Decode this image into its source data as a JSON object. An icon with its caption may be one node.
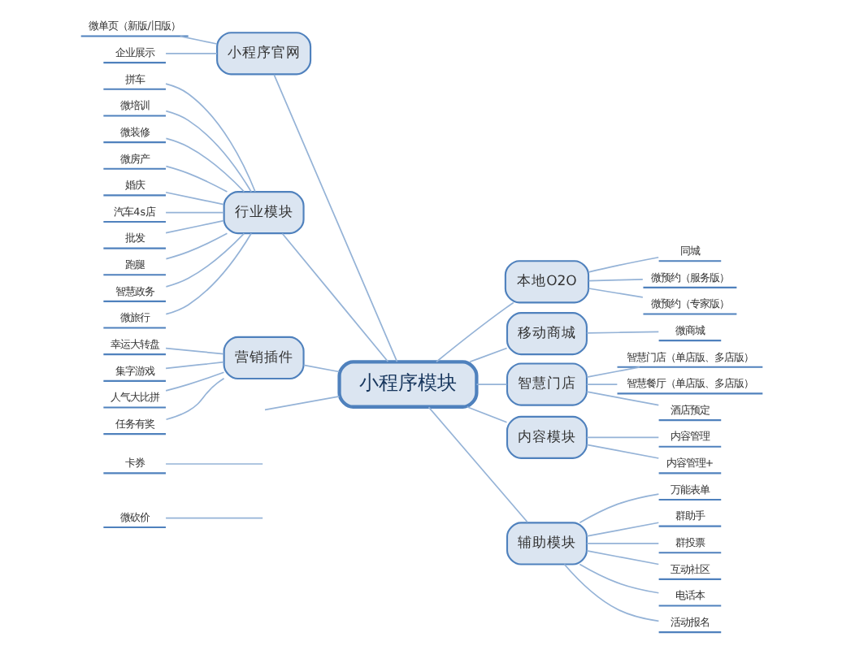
{
  "diagram": {
    "nodes": [
      {
        "text": [
          "小程序模块"
        ]
      },
      {
        "text": [
          "小程序官网"
        ]
      },
      {
        "text": [
          "微单页（新版/旧版）"
        ]
      },
      {
        "text": [
          "企业展示"
        ]
      },
      {
        "text": [
          "行业模块"
        ]
      },
      {
        "text": [
          "拼车"
        ]
      },
      {
        "text": [
          "微培训"
        ]
      },
      {
        "text": [
          "微装修"
        ]
      },
      {
        "text": [
          "微房产"
        ]
      },
      {
        "text": [
          "婚庆"
        ]
      },
      {
        "text": [
          "汽车4s店"
        ]
      },
      {
        "text": [
          "批发"
        ]
      },
      {
        "text": [
          "跑腿"
        ]
      },
      {
        "text": [
          "智慧政务"
        ]
      },
      {
        "text": [
          "微旅行"
        ]
      },
      {
        "text": [
          "营销插件"
        ]
      },
      {
        "text": [
          "幸运大转盘"
        ]
      },
      {
        "text": [
          "集字游戏"
        ]
      },
      {
        "text": [
          "人气大比拼"
        ]
      },
      {
        "text": [
          "任务有奖"
        ]
      },
      {
        "text": [
          "卡券"
        ]
      },
      {
        "text": [
          "微砍价"
        ]
      },
      {
        "text": [
          "本地O2O"
        ]
      },
      {
        "text": [
          "同城"
        ]
      },
      {
        "text": [
          "微预约（服务版）"
        ]
      },
      {
        "text": [
          "微预约（专家版）"
        ]
      },
      {
        "text": [
          "移动商城"
        ]
      },
      {
        "text": [
          "微商城"
        ]
      },
      {
        "text": [
          "智慧门店"
        ]
      },
      {
        "text": [
          "智慧门店（单店版、多店版）"
        ]
      },
      {
        "text": [
          "智慧餐厅（单店版、多店版）"
        ]
      },
      {
        "text": [
          "酒店预定"
        ]
      },
      {
        "text": [
          "内容模块"
        ]
      },
      {
        "text": [
          "内容管理"
        ]
      },
      {
        "text": [
          "内容管理+"
        ]
      },
      {
        "text": [
          "辅助模块"
        ]
      },
      {
        "text": [
          "万能表单"
        ]
      },
      {
        "text": [
          "群助手"
        ]
      },
      {
        "text": [
          "群投票"
        ]
      },
      {
        "text": [
          "互动社区"
        ]
      },
      {
        "text": [
          "电话本"
        ]
      },
      {
        "text": [
          "活动报名"
        ]
      }
    ],
    "edges": [
      {
        "from": 0,
        "to": 1,
        "arrow": "none"
      },
      {
        "from": 1,
        "to": 2,
        "arrow": "none"
      },
      {
        "from": 1,
        "to": 3,
        "arrow": "none"
      },
      {
        "from": 0,
        "to": 4,
        "arrow": "none"
      },
      {
        "from": 4,
        "to": 5,
        "arrow": "none"
      },
      {
        "from": 4,
        "to": 6,
        "arrow": "none"
      },
      {
        "from": 4,
        "to": 7,
        "arrow": "none"
      },
      {
        "from": 4,
        "to": 8,
        "arrow": "none"
      },
      {
        "from": 4,
        "to": 9,
        "arrow": "none"
      },
      {
        "from": 4,
        "to": 10,
        "arrow": "none"
      },
      {
        "from": 4,
        "to": 11,
        "arrow": "none"
      },
      {
        "from": 4,
        "to": 12,
        "arrow": "none"
      },
      {
        "from": 4,
        "to": 13,
        "arrow": "none"
      },
      {
        "from": 4,
        "to": 14,
        "arrow": "none"
      },
      {
        "from": 0,
        "to": 15,
        "arrow": "none"
      },
      {
        "from": 15,
        "to": 16,
        "arrow": "none"
      },
      {
        "from": 15,
        "to": 17,
        "arrow": "none"
      },
      {
        "from": 15,
        "to": 18,
        "arrow": "none"
      },
      {
        "from": 15,
        "to": 19,
        "arrow": "none"
      },
      {
        "from": 0,
        "to": null,
        "arrow": "none"
      },
      {
        "from": null,
        "to": 20,
        "arrow": "none"
      },
      {
        "from": null,
        "to": 21,
        "arrow": "none"
      },
      {
        "from": 0,
        "to": 22,
        "arrow": "none"
      },
      {
        "from": 22,
        "to": 23,
        "arrow": "none"
      },
      {
        "from": 22,
        "to": 24,
        "arrow": "none"
      },
      {
        "from": 22,
        "to": 25,
        "arrow": "none"
      },
      {
        "from": 0,
        "to": 26,
        "arrow": "none"
      },
      {
        "from": 26,
        "to": 27,
        "arrow": "none"
      },
      {
        "from": 0,
        "to": 28,
        "arrow": "none"
      },
      {
        "from": 28,
        "to": 29,
        "arrow": "none"
      },
      {
        "from": 28,
        "to": 30,
        "arrow": "none"
      },
      {
        "from": 28,
        "to": 31,
        "arrow": "none"
      },
      {
        "from": 0,
        "to": 32,
        "arrow": "none"
      },
      {
        "from": 32,
        "to": 33,
        "arrow": "none"
      },
      {
        "from": 32,
        "to": 34,
        "arrow": "none"
      },
      {
        "from": 0,
        "to": 35,
        "arrow": "none"
      },
      {
        "from": 35,
        "to": 36,
        "arrow": "none"
      },
      {
        "from": 35,
        "to": 37,
        "arrow": "none"
      },
      {
        "from": 35,
        "to": 38,
        "arrow": "none"
      },
      {
        "from": 35,
        "to": 39,
        "arrow": "none"
      },
      {
        "from": 35,
        "to": 40,
        "arrow": "none"
      },
      {
        "from": 35,
        "to": 41,
        "arrow": "none"
      }
    ]
  }
}
